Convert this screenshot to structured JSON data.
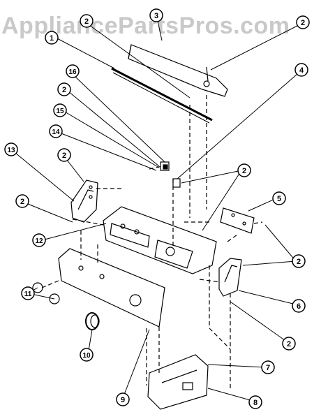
{
  "watermark": "AppliancePartsPros.com",
  "callouts": [
    {
      "id": "callout-1",
      "label": "1"
    },
    {
      "id": "callout-2a",
      "label": "2"
    },
    {
      "id": "callout-3",
      "label": "3"
    },
    {
      "id": "callout-2b",
      "label": "2"
    },
    {
      "id": "callout-16",
      "label": "16"
    },
    {
      "id": "callout-4",
      "label": "4"
    },
    {
      "id": "callout-2c",
      "label": "2"
    },
    {
      "id": "callout-15",
      "label": "15"
    },
    {
      "id": "callout-14",
      "label": "14"
    },
    {
      "id": "callout-13",
      "label": "13"
    },
    {
      "id": "callout-2d",
      "label": "2"
    },
    {
      "id": "callout-2e",
      "label": "2"
    },
    {
      "id": "callout-2f",
      "label": "2"
    },
    {
      "id": "callout-5",
      "label": "5"
    },
    {
      "id": "callout-12",
      "label": "12"
    },
    {
      "id": "callout-2g",
      "label": "2"
    },
    {
      "id": "callout-6",
      "label": "6"
    },
    {
      "id": "callout-11",
      "label": "11"
    },
    {
      "id": "callout-2h",
      "label": "2"
    },
    {
      "id": "callout-10",
      "label": "10"
    },
    {
      "id": "callout-7",
      "label": "7"
    },
    {
      "id": "callout-9",
      "label": "9"
    },
    {
      "id": "callout-8",
      "label": "8"
    }
  ]
}
